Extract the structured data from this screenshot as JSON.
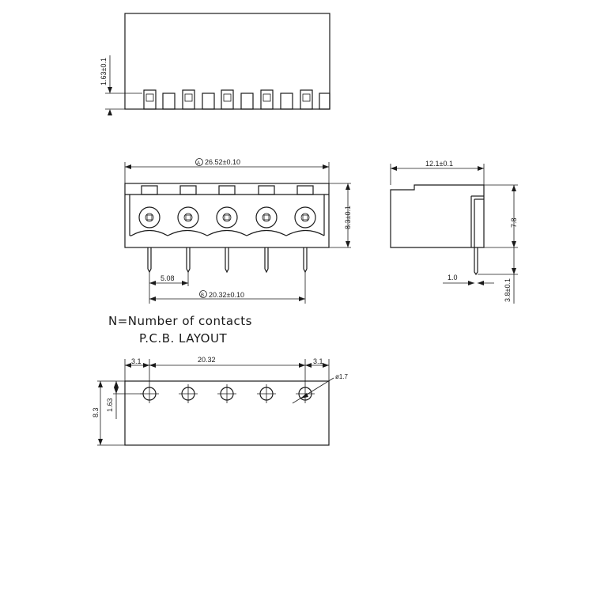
{
  "dimensions": {
    "top_view_height": "1.63±0.1",
    "front_width": "26.52±0.10",
    "front_width_marker": "A",
    "front_height": "8.3±0.1",
    "pitch": "5.08",
    "pin_span": "20.32±0.10",
    "pin_span_marker": "B",
    "side_depth": "12.1±0.1",
    "side_height": "7.8",
    "pin_offset": "1.0",
    "pin_length": "3.8±0.1",
    "pcb_edge_left": "3.1",
    "pcb_span": "20.32",
    "pcb_edge_right": "3.1",
    "hole_diameter": "ø1.7",
    "pcb_height": "8.3",
    "pcb_row_offset": "1.63"
  },
  "notes": {
    "contacts": "N=Number of contacts",
    "layout_title": "P.C.B. LAYOUT"
  }
}
